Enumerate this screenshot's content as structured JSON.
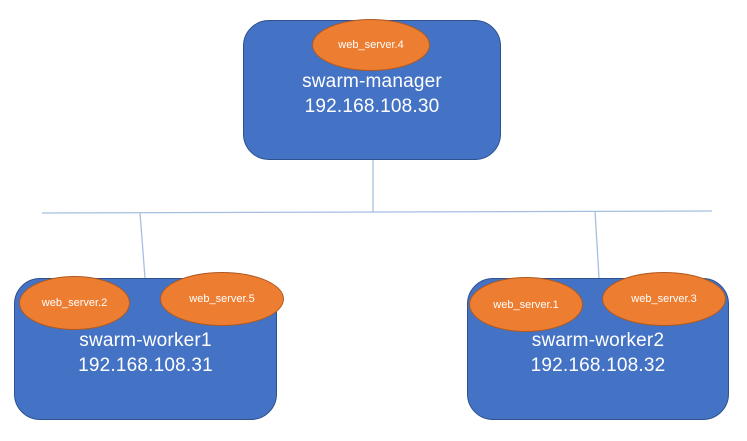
{
  "colors": {
    "node_fill": "#4472c4",
    "node_border": "#2f528f",
    "task_fill": "#ed7d31",
    "task_border": "#ae5a21",
    "connector": "#a6bfe0",
    "text": "#ffffff"
  },
  "manager": {
    "name": "swarm-manager",
    "ip": "192.168.108.30",
    "tasks": [
      "web_server.4"
    ]
  },
  "worker1": {
    "name": "swarm-worker1",
    "ip": "192.168.108.31",
    "tasks": [
      "web_server.2",
      "web_server.5"
    ]
  },
  "worker2": {
    "name": "swarm-worker2",
    "ip": "192.168.108.32",
    "tasks": [
      "web_server.1",
      "web_server.3"
    ]
  }
}
